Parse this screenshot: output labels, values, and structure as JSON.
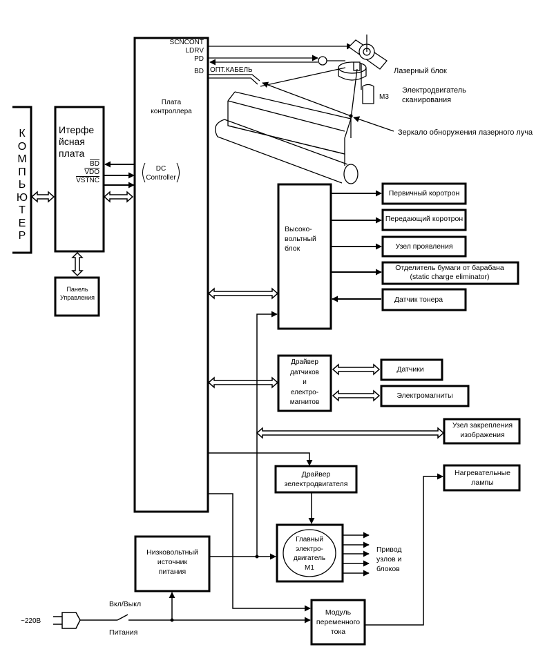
{
  "computer": {
    "label_letters": [
      "К",
      "О",
      "М",
      "П",
      "Ь",
      "Ю",
      "Т",
      "Е",
      "Р"
    ]
  },
  "interface_board": {
    "title_lines": [
      "Итерфе",
      "йсная",
      "плата"
    ],
    "signals": [
      "BD",
      "VDO",
      "VSTNC"
    ]
  },
  "control_panel": {
    "lines": [
      "Панель",
      "Управления"
    ]
  },
  "controller": {
    "signals": [
      "SCNCONT",
      "LDRV",
      "PD",
      "BD"
    ],
    "title_lines": [
      "Плата",
      "контроллера"
    ],
    "dc_lines": [
      "DC",
      "Controller"
    ]
  },
  "optical": {
    "cable_label": "ОПТ.КАБЕЛЬ",
    "laser_block": "Лазерный блок",
    "motor_id": "М3",
    "scan_motor_lines": [
      "Электродвигатель",
      "сканирования"
    ],
    "mirror_label": "Зеркало обноружения лазерного луча"
  },
  "high_voltage": {
    "title_lines": [
      "Высоко-",
      "вольтный",
      "блок"
    ],
    "outputs": [
      {
        "lines": [
          "Первичный коротрон"
        ]
      },
      {
        "lines": [
          "Передающий коротрон"
        ]
      },
      {
        "lines": [
          "Узел проявления"
        ]
      },
      {
        "lines": [
          "Отделитель бумаги от барабана",
          "(static charge eliminator)"
        ]
      },
      {
        "lines": [
          "Датчик тонера"
        ]
      }
    ]
  },
  "sensor_driver": {
    "title_lines": [
      "Драйвер",
      "датчиков",
      "и",
      "електро-",
      "магнитов"
    ],
    "sensors": "Датчики",
    "magnets": "Электромагниты"
  },
  "fuser": {
    "lines": [
      "Узел закрепления",
      "изображения"
    ]
  },
  "motor_driver": {
    "lines": [
      "Драйвер",
      "зелектродвигателя"
    ]
  },
  "heaters": {
    "lines": [
      "Нагревательные",
      "лампы"
    ]
  },
  "main_motor": {
    "lines": [
      "Главный",
      "электро-",
      "двигатель",
      "М1"
    ],
    "drive_lines": [
      "Привод",
      "узлов и",
      "блоков"
    ]
  },
  "low_voltage": {
    "lines": [
      "Низковольтный",
      "источник",
      "питания"
    ]
  },
  "ac_module": {
    "lines": [
      "Модуль",
      "переменного",
      "тока"
    ]
  },
  "power": {
    "voltage": "~220В",
    "switch_top": "Вкл/Выкл",
    "switch_bottom": "Питания"
  }
}
